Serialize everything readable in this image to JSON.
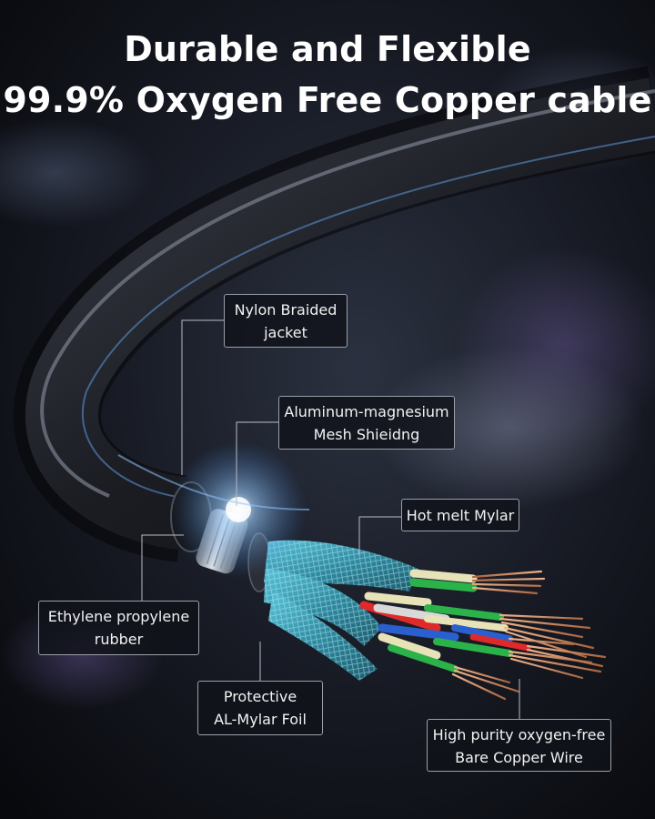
{
  "headline": {
    "line1": "Durable and Flexible",
    "line2": "99.9% Oxygen Free Copper cable"
  },
  "callouts": {
    "nylon": {
      "line1": "Nylon Braided",
      "line2": "jacket"
    },
    "aluminum": {
      "line1": "Aluminum-magnesium",
      "line2": "Mesh Shieidng"
    },
    "hotmelt": {
      "line1": "Hot melt Mylar"
    },
    "ethylene": {
      "line1": "Ethylene propylene",
      "line2": "rubber"
    },
    "protective": {
      "line1": "Protective",
      "line2": "AL-Mylar Foil"
    },
    "copper": {
      "line1": "High purity oxygen-free",
      "line2": "Bare Copper Wire"
    }
  },
  "colors": {
    "background": "#0d0f16",
    "jacket": "#23262e",
    "shield": "#3fa2b8",
    "copper": "#d4916a",
    "glow": "#6fb4ff"
  }
}
